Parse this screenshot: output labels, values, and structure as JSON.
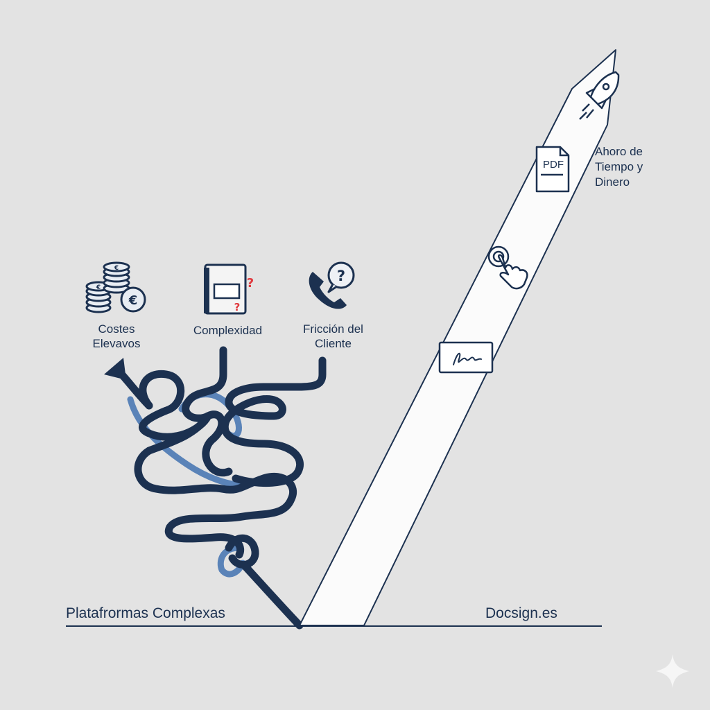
{
  "labels": {
    "costs": "Costes\nElevavos",
    "complexity": "Complexidad",
    "friction": "Fricción del\nCliente",
    "savings": "Ahoro de\nTiempo y\nDinero",
    "left_baseline": "Platafrormas Complexas",
    "right_baseline": "Docsign.es",
    "pdf_icon_text": "PDF"
  },
  "icons": {
    "coins": "euro-coins-icon",
    "complexity": "book-question-icon",
    "friction": "phone-question-icon",
    "rocket": "rocket-icon",
    "pdf": "pdf-document-icon",
    "tap": "hand-tap-icon",
    "signature": "signature-icon",
    "sparkle": "sparkle-icon"
  },
  "colors": {
    "background": "#e3e3e3",
    "navy": "#1c3150",
    "light_blue": "#5a83b8",
    "accent_red": "#e0393e",
    "path_white": "#fbfbfb"
  }
}
